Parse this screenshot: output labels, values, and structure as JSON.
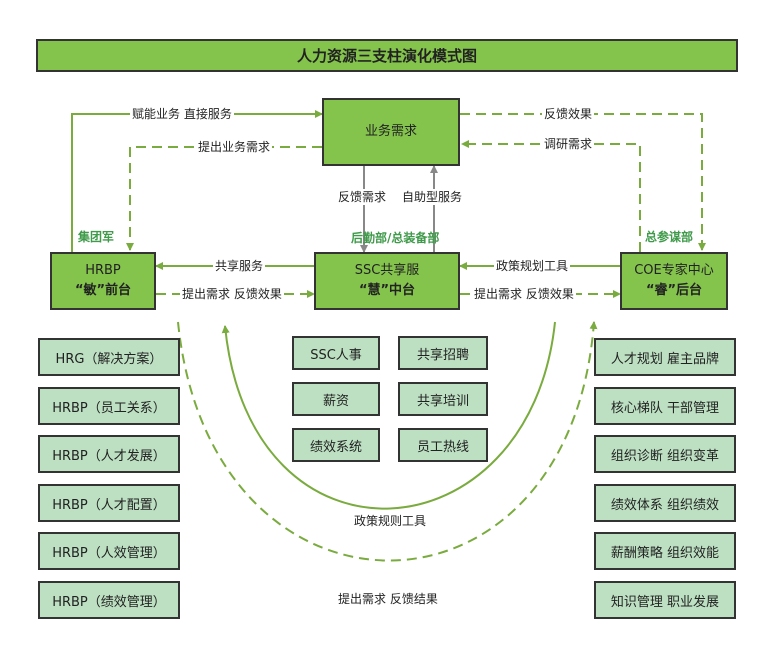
{
  "title": "人力资源三支柱演化模式图",
  "nodes": {
    "business_need": "业务需求",
    "hrbp": {
      "line1": "HRBP",
      "line2": "“敏”前台"
    },
    "ssc": {
      "line1": "SSC共享服",
      "line2": "“慧”中台"
    },
    "coe": {
      "line1": "COE专家中心",
      "line2": "“睿”后台"
    }
  },
  "group_labels": {
    "hrbp": "集团军",
    "ssc": "后勤部/总装备部",
    "coe": "总参谋部"
  },
  "edge_labels": {
    "empower": "赋能业务 直接服务",
    "raise_business": "提出业务需求",
    "feedback_effect_top": "反馈效果",
    "research_needs": "调研需求",
    "feedback_needs": "反馈需求",
    "self_service": "自助型服务",
    "shared_service": "共享服务",
    "raise_feedback_left": "提出需求 反馈效果",
    "policy_tools": "政策规划工具",
    "raise_feedback_right": "提出需求 反馈效果",
    "policy_rules_tools": "政策规则工具",
    "raise_feedback_result": "提出需求 反馈结果"
  },
  "hrbp_list": [
    "HRG（解决方案）",
    "HRBP（员工关系）",
    "HRBP（人才发展）",
    "HRBP（人才配置）",
    "HRBP（人效管理）",
    "HRBP（绩效管理）"
  ],
  "ssc_grid": [
    "SSC人事",
    "共享招聘",
    "薪资",
    "共享培训",
    "绩效系统",
    "员工热线"
  ],
  "coe_list": [
    "人才规划 雇主品牌",
    "核心梯队 干部管理",
    "组织诊断 组织变革",
    "绩效体系 组织绩效",
    "薪酬策略 组织效能",
    "知识管理 职业发展"
  ],
  "colors": {
    "main_fill": "#84c44c",
    "light_fill": "#bde0c2",
    "line": "#7aab3e",
    "group_text": "#3f9a4a",
    "gray_arrow": "#888888"
  }
}
